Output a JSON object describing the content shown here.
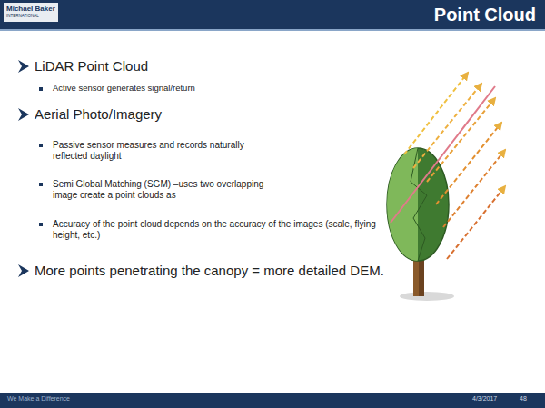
{
  "diagram": {
    "title": "Point Cloud",
    "labels": [
      "Michael Baker",
      "INTERNATIONAL",
      "LiDAR Point Cloud",
      "Active sensor generates signal/return",
      "Aerial Photo/Imagery",
      "Passive sensor measures and records naturally reflected daylight",
      "Semi Global Matching (SGM) –uses two overlapping image create a point clouds as",
      "Accuracy of the point cloud depends on the accuracy of the images (scale, flying height, etc.)",
      "More points penetrating the canopy = more detailed DEM.",
      "We Make a Difference",
      "4/3/2017",
      "48"
    ]
  }
}
